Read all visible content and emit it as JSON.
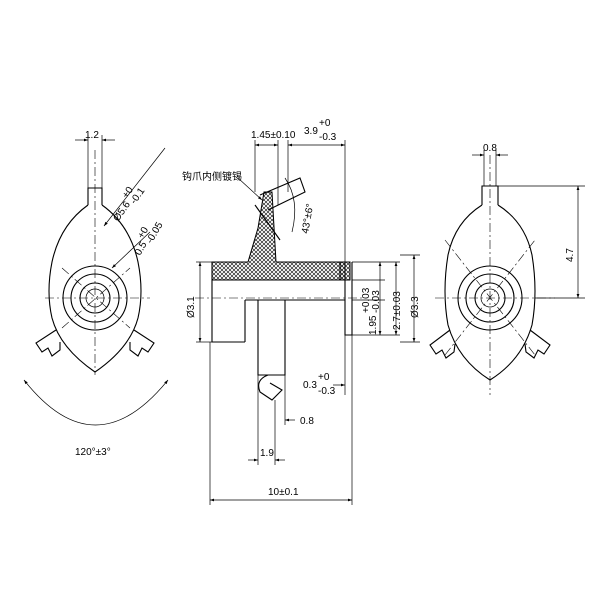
{
  "dims": {
    "left_1_2": "1.2",
    "left_dia_5_6": "Ø5.6",
    "left_dia_5_6_tol_upper": "+0",
    "left_dia_5_6_tol_lower": "-0.1",
    "left_0_5": "0.5",
    "left_0_5_tol_upper": "+0",
    "left_0_5_tol_lower": "-0.05",
    "left_angle": "120°±3°",
    "mid_1_45": "1.45±0.10",
    "mid_3_9": "3.9",
    "mid_3_9_tol_upper": "+0",
    "mid_3_9_tol_lower": "-0.3",
    "mid_note": "钩爪内侧镀锡",
    "mid_angle": "43°±6°",
    "mid_dia_3_1": "Ø3.1",
    "mid_1_95": "1.95",
    "mid_1_95_tol_upper": "+0.03",
    "mid_1_95_tol_lower": "-0.03",
    "mid_2_7": "2.7±0.03",
    "mid_dia_3_3": "Ø3.3",
    "mid_0_3": "0.3",
    "mid_0_3_tol_upper": "+0",
    "mid_0_3_tol_lower": "-0.3",
    "mid_0_8": "0.8",
    "mid_1_9": "1.9",
    "mid_10": "10±0.1",
    "right_0_8": "0.8",
    "right_4_7": "4.7"
  }
}
